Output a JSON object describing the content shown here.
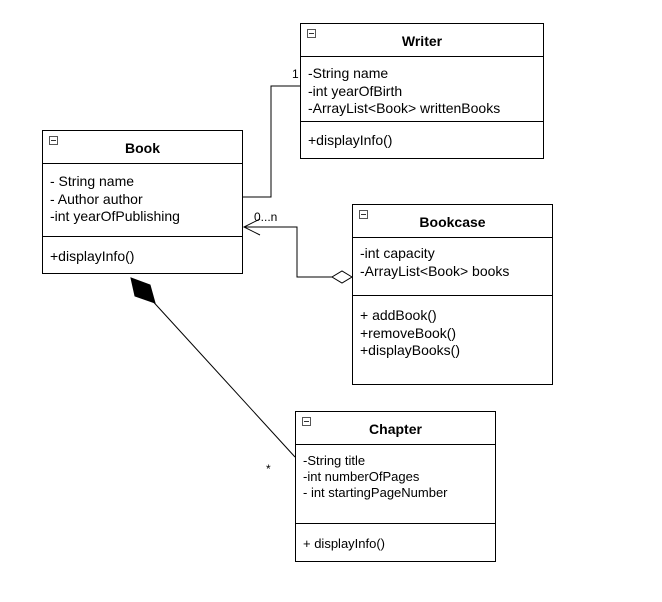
{
  "classes": {
    "writer": {
      "name": "Writer",
      "attributes": [
        "-String name",
        "-int yearOfBirth",
        "-ArrayList<Book> writtenBooks"
      ],
      "methods": [
        "+displayInfo()"
      ]
    },
    "book": {
      "name": "Book",
      "attributes": [
        "- String name",
        "- Author author",
        "-int yearOfPublishing"
      ],
      "methods": [
        "+displayInfo()"
      ]
    },
    "bookcase": {
      "name": "Bookcase",
      "attributes": [
        "-int capacity",
        "-ArrayList<Book> books"
      ],
      "methods": [
        "+ addBook()",
        "+removeBook()",
        "+displayBooks()"
      ]
    },
    "chapter": {
      "name": "Chapter",
      "attributes": [
        "-String title",
        "-int numberOfPages",
        "- int startingPageNumber"
      ],
      "methods": [
        "+ displayInfo()"
      ]
    }
  },
  "multiplicities": {
    "writer_end": "1",
    "bookcase_book_end": "0...n",
    "chapter_end": "*"
  }
}
